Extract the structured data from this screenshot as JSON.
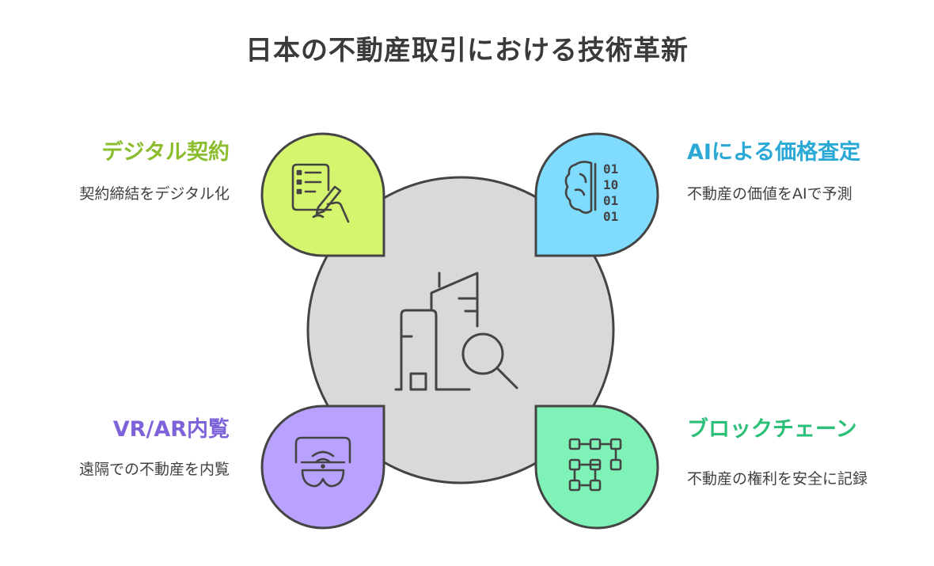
{
  "title": "日本の不動産取引における技術革新",
  "center": {
    "icon": "building-search-icon"
  },
  "items": [
    {
      "id": "digital-contract",
      "label": "デジタル契約",
      "description": "契約締結をデジタル化",
      "color": "#d6f56f",
      "label_color": "#8bbd2e",
      "icon": "contract-signing-icon"
    },
    {
      "id": "ai-valuation",
      "label": "AIによる価格査定",
      "description": "不動産の価値をAIで予測",
      "color": "#7fdcff",
      "label_color": "#2aa8d6",
      "icon": "brain-binary-icon"
    },
    {
      "id": "vr-ar",
      "label": "VR/AR内覧",
      "description": "遠隔での不動産を内覧",
      "color": "#b9a2ff",
      "label_color": "#7e62d9",
      "icon": "vr-headset-icon"
    },
    {
      "id": "blockchain",
      "label": "ブロックチェーン",
      "description": "不動産の権利を安全に記録",
      "color": "#7ff2b8",
      "label_color": "#2bbf78",
      "icon": "blockchain-network-icon"
    }
  ]
}
